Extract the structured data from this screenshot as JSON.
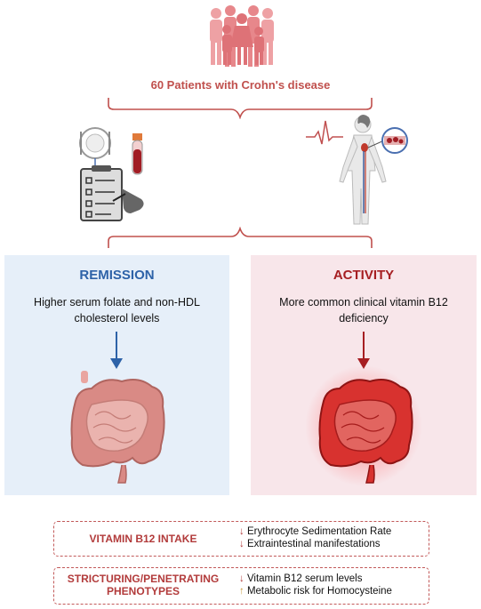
{
  "header": {
    "title": "60 Patients with Crohn's disease"
  },
  "remission": {
    "title": "REMISSION",
    "text": "Higher serum folate and non-HDL cholesterol levels"
  },
  "activity": {
    "title": "ACTIVITY",
    "text": "More common clinical vitamin B12 deficiency"
  },
  "boxes": [
    {
      "label": "VITAMIN B12 INTAKE",
      "lines": [
        {
          "arrow": "↓",
          "text": "Erythrocyte Sedimentation Rate"
        },
        {
          "arrow": "↓",
          "text": "Extraintestinal manifestations"
        }
      ]
    },
    {
      "label": "STRICTURING/PENETRATING PHENOTYPES",
      "lines": [
        {
          "arrow": "↓",
          "text": "Vitamin B12 serum levels"
        },
        {
          "arrow": "↑",
          "text": "Metabolic risk for Homocysteine"
        }
      ]
    }
  ],
  "colors": {
    "accent_red": "#c0504d",
    "remission_blue": "#2d62a8",
    "activity_red": "#a61e22",
    "up_arrow": "#c79a3a"
  }
}
